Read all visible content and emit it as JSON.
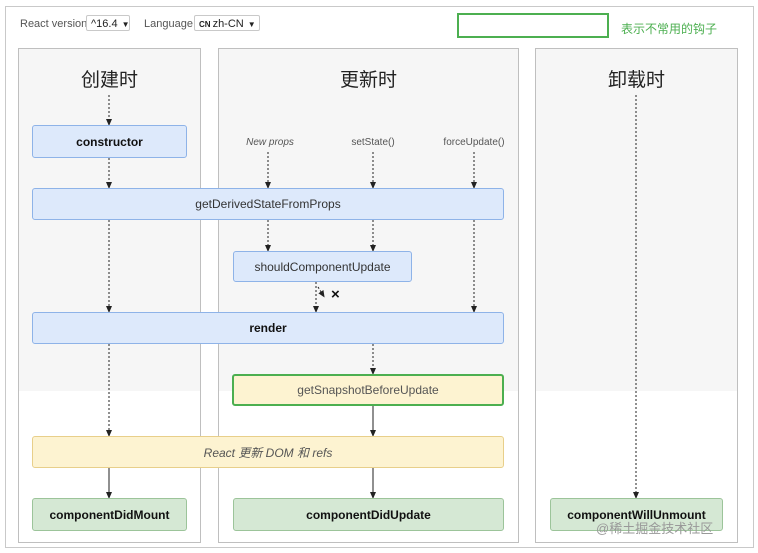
{
  "toolbar": {
    "react_version_label": "React version",
    "react_version_value": "^16.4",
    "language_label": "Language",
    "language_badge": "CN",
    "language_value": "zh-CN",
    "legend_text": "表示不常用的钩子"
  },
  "columns": {
    "mount_title": "创建时",
    "update_title": "更新时",
    "unmount_title": "卸载时"
  },
  "triggers": {
    "new_props": "New props",
    "set_state": "setState()",
    "force_update": "forceUpdate()"
  },
  "nodes": {
    "constructor": "constructor",
    "get_derived_state": "getDerivedStateFromProps",
    "should_update": "shouldComponentUpdate",
    "render": "render",
    "snapshot": "getSnapshotBeforeUpdate",
    "react_update": "React 更新 DOM 和 refs",
    "did_mount": "componentDidMount",
    "did_update": "componentDidUpdate",
    "will_unmount": "componentWillUnmount"
  },
  "cross_mark": "×",
  "watermark": "@稀土掘金技术社区",
  "colors": {
    "uncommon_hook_border": "#4caf50",
    "blue_node": "#dde9fb",
    "green_node": "#d5e8d4",
    "yellow_node": "#fdf3d1"
  }
}
